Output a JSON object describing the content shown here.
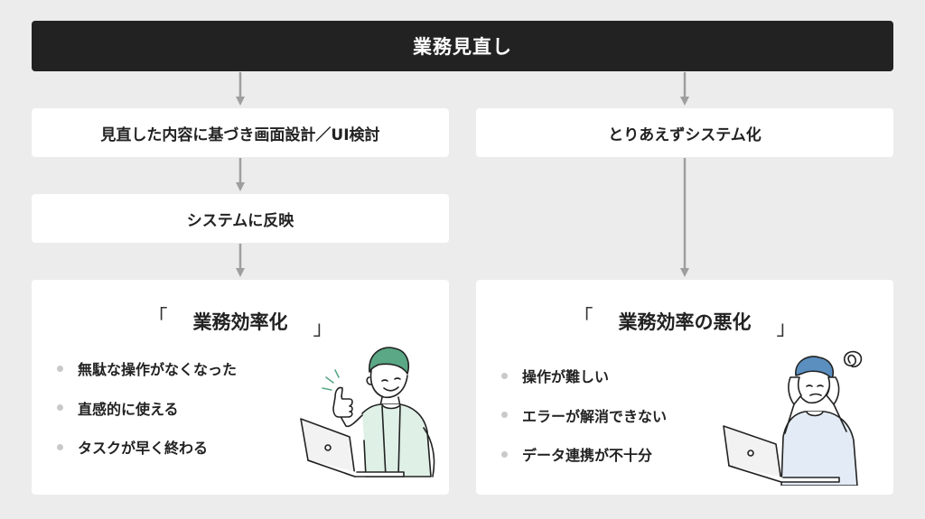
{
  "header": {
    "title": "業務見直し"
  },
  "left_flow": {
    "step1": "見直した内容に基づき画面設計／UI検討",
    "step2": "システムに反映",
    "result": {
      "bracket_open": "「",
      "title": "業務効率化",
      "bracket_close": "」",
      "bullets": [
        "無駄な操作がなくなった",
        "直感的に使える",
        "タスクが早く終わる"
      ]
    }
  },
  "right_flow": {
    "step1": "とりあえずシステム化",
    "result": {
      "bracket_open": "「",
      "title": "業務効率の悪化",
      "bracket_close": "」",
      "bullets": [
        "操作が難しい",
        "エラーが解消できない",
        "データ連携が不十分"
      ]
    }
  },
  "colors": {
    "header_bg": "#222222",
    "background": "#ececec",
    "arrow": "#9e9e9e",
    "bullet_dot": "#c9c9c9",
    "illustration_accent_left": "#5aa885",
    "illustration_accent_right": "#5a8fc0"
  },
  "illustrations": {
    "left": "happy-person-with-laptop-icon",
    "right": "stressed-person-with-laptop-icon"
  }
}
